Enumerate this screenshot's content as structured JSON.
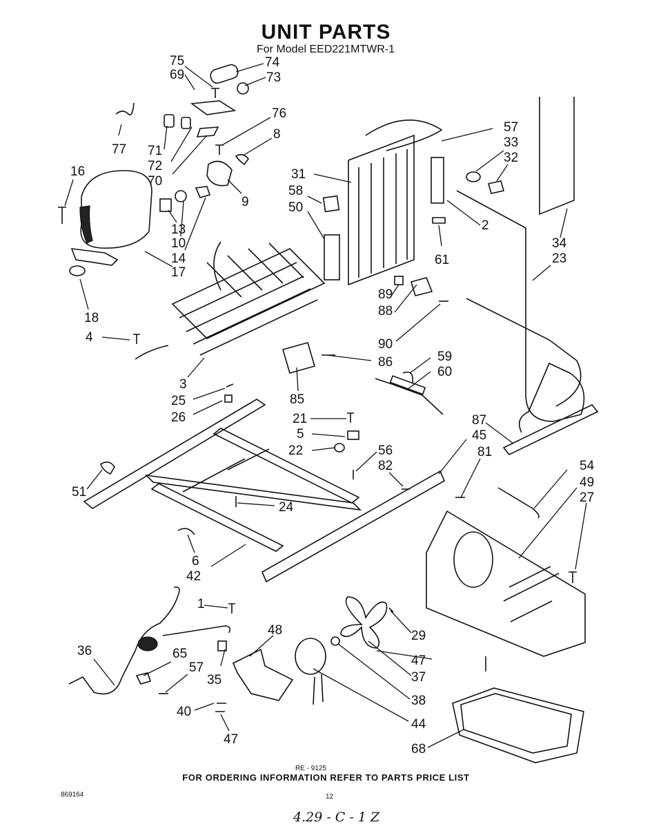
{
  "title": "UNIT PARTS",
  "subtitle": "For Model EED221MTWR-1",
  "part_labels": {
    "p75": "75",
    "p74": "74",
    "p69": "69",
    "p73": "73",
    "p76": "76",
    "p77": "77",
    "p8": "8",
    "p71": "71",
    "p72": "72",
    "p70": "70",
    "p9": "9",
    "p16": "16",
    "p13": "13",
    "p10": "10",
    "p14": "14",
    "p17": "17",
    "p18": "18",
    "p4": "4",
    "p3": "3",
    "p25": "25",
    "p26": "26",
    "p31": "31",
    "p58": "58",
    "p50": "50",
    "p57a": "57",
    "p33": "33",
    "p32": "32",
    "p2": "2",
    "p61": "61",
    "p34": "34",
    "p23": "23",
    "p89": "89",
    "p88": "88",
    "p90": "90",
    "p86": "86",
    "p85": "85",
    "p59": "59",
    "p60": "60",
    "p21": "21",
    "p5": "5",
    "p22": "22",
    "p56": "56",
    "p82": "82",
    "p87": "87",
    "p45": "45",
    "p81": "81",
    "p54": "54",
    "p49": "49",
    "p27": "27",
    "p51": "51",
    "p24": "24",
    "p6": "6",
    "p42": "42",
    "p1": "1",
    "p48": "48",
    "p36": "36",
    "p65": "65",
    "p57b": "57",
    "p35": "35",
    "p29": "29",
    "p47a": "47",
    "p37": "37",
    "p40": "40",
    "p38": "38",
    "p47b": "47",
    "p44": "44",
    "p68": "68"
  },
  "footer": {
    "drawing_code": "RE - 9125",
    "ordering_note": "FOR ORDERING INFORMATION REFER TO PARTS PRICE LIST",
    "doc_number": "869164",
    "page_number": "12",
    "handwritten": "4.29 - C - 1 Z"
  }
}
